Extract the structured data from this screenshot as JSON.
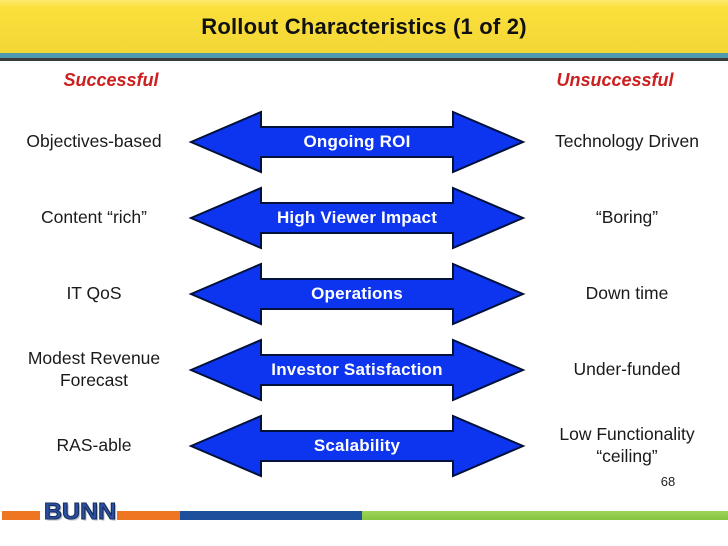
{
  "slide": {
    "title": "Rollout Characteristics (1 of 2)",
    "page_number": "68"
  },
  "columns": {
    "left_header": "Successful",
    "right_header": "Unsuccessful"
  },
  "rows": [
    {
      "left": "Objectives-based",
      "arrow": "Ongoing ROI",
      "right": "Technology Driven"
    },
    {
      "left": "Content “rich”",
      "arrow": "High Viewer Impact",
      "right": "“Boring”"
    },
    {
      "left": "IT QoS",
      "arrow": "Operations",
      "right": "Down time"
    },
    {
      "left": "Modest Revenue Forecast",
      "arrow": "Investor Satisfaction",
      "right": "Under-funded"
    },
    {
      "left": "RAS-able",
      "arrow": "Scalability",
      "right": "Low Functionality “ceiling”"
    }
  ],
  "footer": {
    "logo_text": "BUNN"
  },
  "colors": {
    "header_yellow": "#FBE03C",
    "divider_teal": "#4E9BB0",
    "divider_dark": "#3B3B3B",
    "header_red": "#CC1F1F",
    "arrow_fill": "#0D35F0",
    "arrow_stroke": "#00113B",
    "stripe_orange": "#EE7623",
    "stripe_blue": "#1C4F9C",
    "stripe_green": "#86C440",
    "logo_blue": "#2D50A5"
  }
}
